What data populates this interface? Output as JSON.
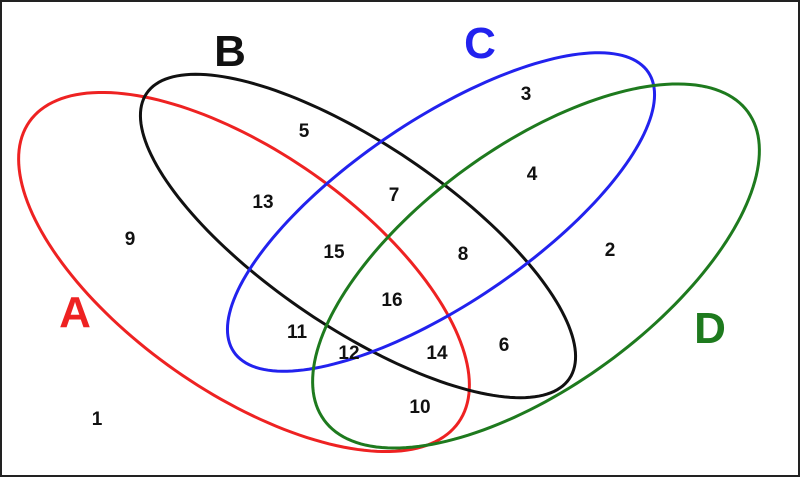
{
  "sets": [
    {
      "id": "A",
      "label": "A",
      "color": "#ee2222"
    },
    {
      "id": "B",
      "label": "B",
      "color": "#111111"
    },
    {
      "id": "C",
      "label": "C",
      "color": "#2222ee"
    },
    {
      "id": "D",
      "label": "D",
      "color": "#1e7a1e"
    }
  ],
  "regions": [
    {
      "label": "1",
      "sets": []
    },
    {
      "label": "2",
      "sets": [
        "D"
      ]
    },
    {
      "label": "3",
      "sets": [
        "C"
      ]
    },
    {
      "label": "4",
      "sets": [
        "C",
        "D"
      ]
    },
    {
      "label": "5",
      "sets": [
        "B"
      ]
    },
    {
      "label": "6",
      "sets": [
        "B",
        "D"
      ]
    },
    {
      "label": "7",
      "sets": [
        "B",
        "C"
      ]
    },
    {
      "label": "8",
      "sets": [
        "B",
        "C",
        "D"
      ]
    },
    {
      "label": "9",
      "sets": [
        "A"
      ]
    },
    {
      "label": "10",
      "sets": [
        "A",
        "D"
      ]
    },
    {
      "label": "11",
      "sets": [
        "A",
        "C"
      ]
    },
    {
      "label": "12",
      "sets": [
        "A",
        "C",
        "D"
      ]
    },
    {
      "label": "13",
      "sets": [
        "A",
        "B"
      ]
    },
    {
      "label": "14",
      "sets": [
        "A",
        "B",
        "D"
      ]
    },
    {
      "label": "15",
      "sets": [
        "A",
        "B",
        "C"
      ]
    },
    {
      "label": "16",
      "sets": [
        "A",
        "B",
        "C",
        "D"
      ]
    }
  ]
}
